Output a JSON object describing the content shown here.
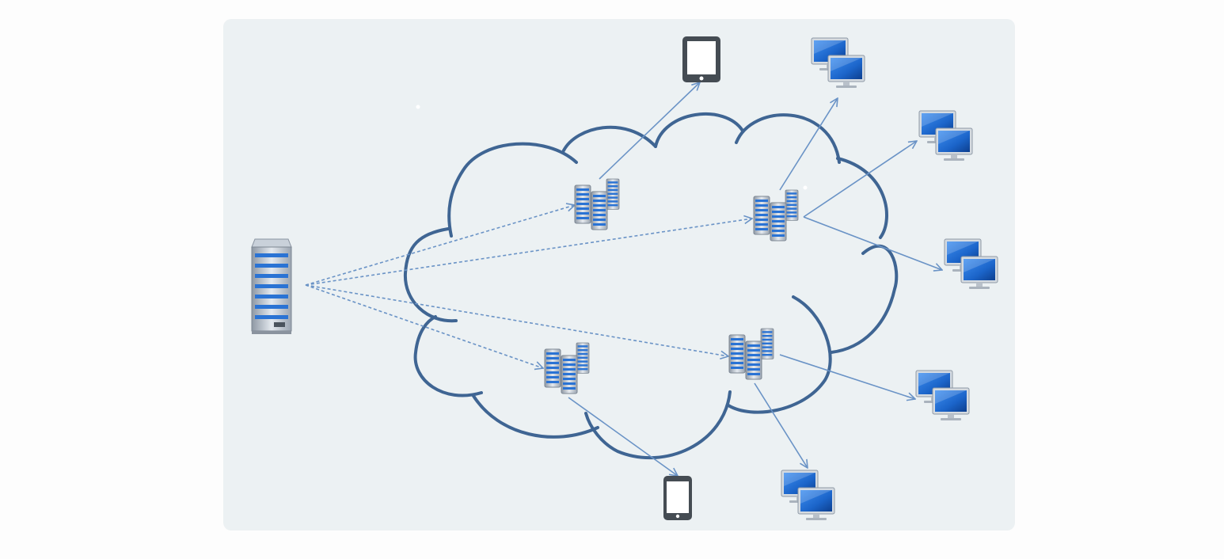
{
  "diagram": {
    "type": "cdn-network",
    "nodes": {
      "origin": {
        "icon": "server-icon"
      },
      "edge_servers": [
        {
          "id": "edge-top-left",
          "icon": "server-cluster-icon"
        },
        {
          "id": "edge-top-right",
          "icon": "server-cluster-icon"
        },
        {
          "id": "edge-bottom-left",
          "icon": "server-cluster-icon"
        },
        {
          "id": "edge-bottom-right",
          "icon": "server-cluster-icon"
        }
      ],
      "clients": [
        {
          "id": "tablet-top",
          "icon": "tablet-icon"
        },
        {
          "id": "desktops-top",
          "icon": "desktop-computers-icon"
        },
        {
          "id": "desktops-right-upper",
          "icon": "desktop-computers-icon"
        },
        {
          "id": "desktops-right-middle",
          "icon": "desktop-computers-icon"
        },
        {
          "id": "desktops-right-lower",
          "icon": "desktop-computers-icon"
        },
        {
          "id": "desktops-bottom",
          "icon": "desktop-computers-icon"
        },
        {
          "id": "phone-bottom",
          "icon": "smartphone-icon"
        }
      ]
    },
    "edges": [
      {
        "from": "origin",
        "to": "edge-top-left",
        "style": "dashed"
      },
      {
        "from": "origin",
        "to": "edge-top-right",
        "style": "dashed"
      },
      {
        "from": "origin",
        "to": "edge-bottom-left",
        "style": "dashed"
      },
      {
        "from": "origin",
        "to": "edge-bottom-right",
        "style": "dashed"
      },
      {
        "from": "edge-top-left",
        "to": "tablet-top",
        "style": "solid"
      },
      {
        "from": "edge-top-right",
        "to": "desktops-top",
        "style": "solid"
      },
      {
        "from": "edge-top-right",
        "to": "desktops-right-upper",
        "style": "solid"
      },
      {
        "from": "edge-top-right",
        "to": "desktops-right-middle",
        "style": "solid"
      },
      {
        "from": "edge-bottom-right",
        "to": "desktops-right-lower",
        "style": "solid"
      },
      {
        "from": "edge-bottom-right",
        "to": "desktops-bottom",
        "style": "solid"
      },
      {
        "from": "edge-bottom-left",
        "to": "phone-bottom",
        "style": "solid"
      }
    ],
    "colors": {
      "background": "#ecf1f3",
      "cloud": "#3f6593",
      "arrow": "#6a93c6",
      "screen": "#1b64c9",
      "device": "#454c53"
    }
  }
}
